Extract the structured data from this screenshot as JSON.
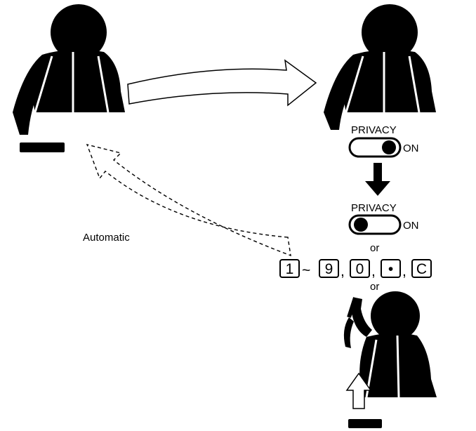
{
  "labels": {
    "privacy_top": "PRIVACY",
    "on_top": "ON",
    "privacy_bottom": "PRIVACY",
    "on_bottom": "ON",
    "or_1": "or",
    "or_2": "or",
    "automatic": "Automatic"
  },
  "keys": {
    "key_1": "1",
    "tilde": "~",
    "key_9": "9",
    "key_0": "0",
    "key_dot": "•",
    "key_c": "C",
    "comma": ","
  },
  "icons": [
    "person-icon",
    "handset-icon",
    "privacy-switch-icon",
    "arrow-icon"
  ]
}
